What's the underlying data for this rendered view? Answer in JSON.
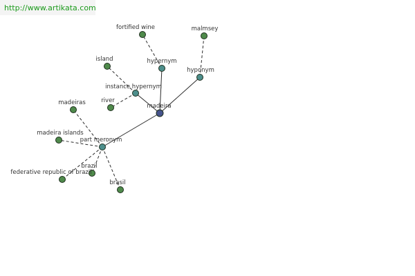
{
  "header": {
    "site_url": "http://www.artikata.com"
  },
  "colors": {
    "root": "#46538c",
    "relation": "#4d8f8c",
    "leaf": "#4f8a4b",
    "edge": "#2a2a2a"
  },
  "graph": {
    "nodes": [
      {
        "id": "madeira",
        "label": "madeira",
        "kind": "root"
      },
      {
        "id": "hypernym",
        "label": "hypernym",
        "kind": "relation"
      },
      {
        "id": "hyponym",
        "label": "hyponym",
        "kind": "relation"
      },
      {
        "id": "instance-hypernym",
        "label": "instance hypernym",
        "kind": "relation"
      },
      {
        "id": "part-meronym",
        "label": "part meronym",
        "kind": "relation"
      },
      {
        "id": "fortified-wine",
        "label": "fortified wine",
        "kind": "leaf"
      },
      {
        "id": "malmsey",
        "label": "malmsey",
        "kind": "leaf"
      },
      {
        "id": "island",
        "label": "island",
        "kind": "leaf"
      },
      {
        "id": "river",
        "label": "river",
        "kind": "leaf"
      },
      {
        "id": "madeiras",
        "label": "madeiras",
        "kind": "leaf"
      },
      {
        "id": "madeira-islands",
        "label": "madeira islands",
        "kind": "leaf"
      },
      {
        "id": "brazil",
        "label": "brazil",
        "kind": "leaf"
      },
      {
        "id": "federative-republic-of-brazil",
        "label": "federative republic of brazil",
        "kind": "leaf"
      },
      {
        "id": "brasil",
        "label": "brasil",
        "kind": "leaf"
      }
    ],
    "edges": [
      {
        "from": "madeira",
        "to": "hypernym",
        "style": "solid"
      },
      {
        "from": "madeira",
        "to": "hyponym",
        "style": "solid"
      },
      {
        "from": "madeira",
        "to": "instance-hypernym",
        "style": "solid"
      },
      {
        "from": "madeira",
        "to": "part-meronym",
        "style": "solid"
      },
      {
        "from": "hypernym",
        "to": "fortified-wine",
        "style": "dashed"
      },
      {
        "from": "hyponym",
        "to": "malmsey",
        "style": "dashed"
      },
      {
        "from": "instance-hypernym",
        "to": "island",
        "style": "dashed"
      },
      {
        "from": "instance-hypernym",
        "to": "river",
        "style": "dashed"
      },
      {
        "from": "part-meronym",
        "to": "madeiras",
        "style": "dashed"
      },
      {
        "from": "part-meronym",
        "to": "madeira-islands",
        "style": "dashed"
      },
      {
        "from": "part-meronym",
        "to": "brazil",
        "style": "dashed"
      },
      {
        "from": "part-meronym",
        "to": "federative-republic-of-brazil",
        "style": "dashed"
      },
      {
        "from": "part-meronym",
        "to": "brasil",
        "style": "dashed"
      }
    ]
  }
}
